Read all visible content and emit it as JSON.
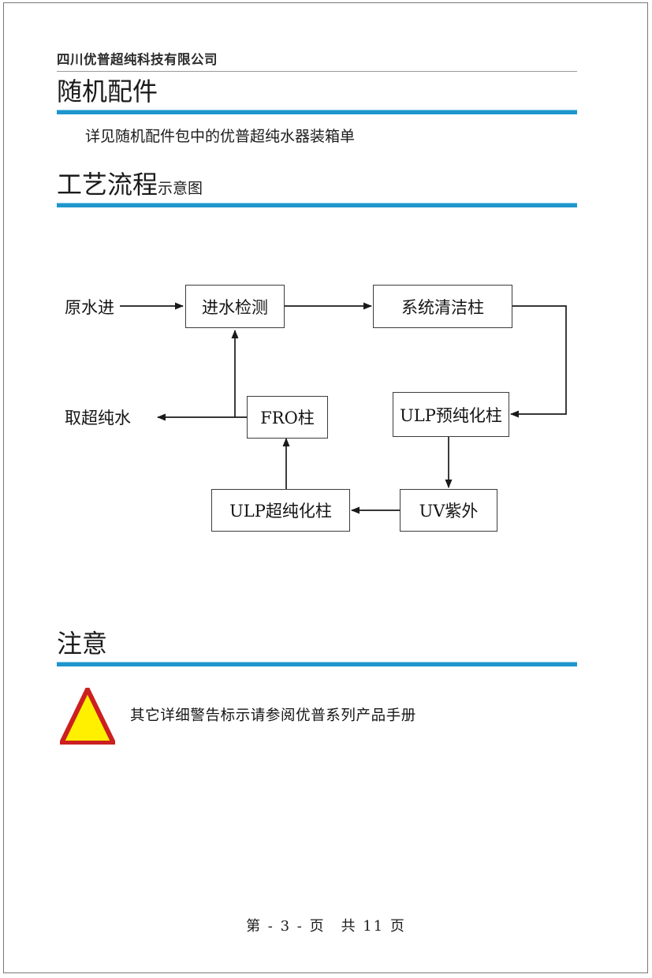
{
  "document": {
    "company_header": "四川优普超纯科技有限公司",
    "accent_color": "#1e96cd",
    "rule_highlight_color": "#89cdea"
  },
  "sections": [
    {
      "id": "accessories",
      "title_main": "随机配件",
      "title_sub": "",
      "body": "详见随机配件包中的优普超纯水器装箱单"
    },
    {
      "id": "process-flow",
      "title_main": "工艺流程",
      "title_sub": "示意图",
      "body": ""
    },
    {
      "id": "notice",
      "title_main": "注意",
      "title_sub": "",
      "body": "其它详细警告标示请参阅优普系列产品手册"
    }
  ],
  "flowchart": {
    "inlet_label": "原水进",
    "outlet_label": "取超纯水",
    "nodes": [
      {
        "id": "inlet-test",
        "label": "进水检测"
      },
      {
        "id": "clean-column",
        "label": "系统清洁柱"
      },
      {
        "id": "fro-column",
        "label": "FRO柱"
      },
      {
        "id": "ulp-pre",
        "label": "ULP预纯化柱"
      },
      {
        "id": "ulp-ultra",
        "label": "ULP超纯化柱"
      },
      {
        "id": "uv",
        "label": "UV紫外"
      }
    ]
  },
  "warning": {
    "icon": "warning-triangle-icon",
    "fill_color": "#fff000",
    "border_color": "#cc2020",
    "text": "其它详细警告标示请参阅优普系列产品手册"
  },
  "footer": {
    "text": "第 - 3 - 页　共 11 页"
  }
}
